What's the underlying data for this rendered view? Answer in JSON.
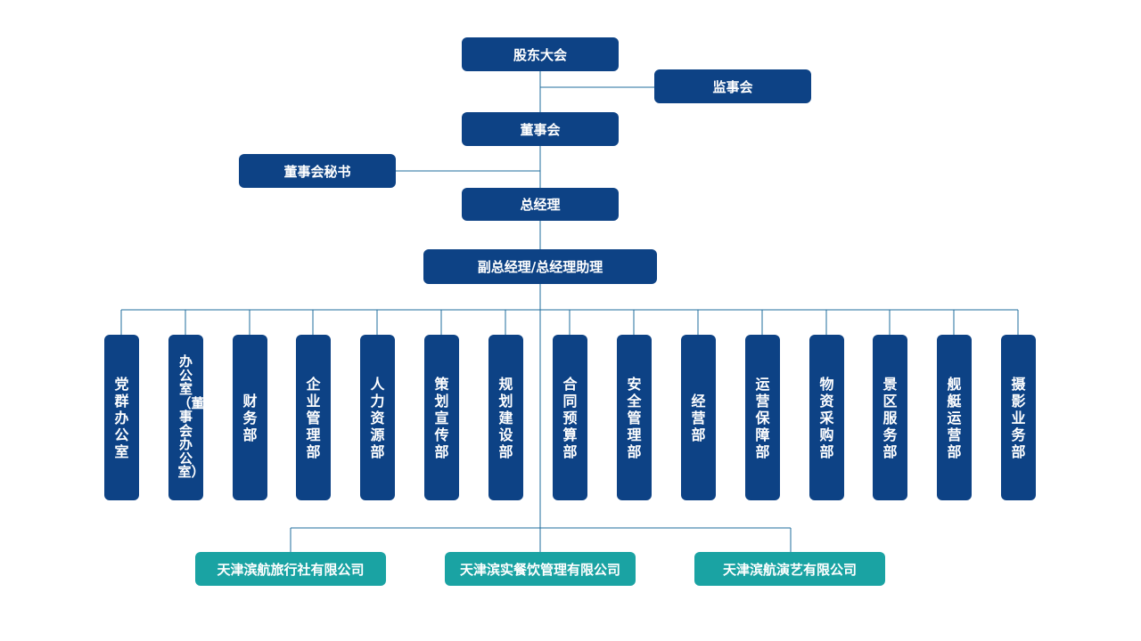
{
  "org": {
    "shareholders": "股东大会",
    "supervisors": "监事会",
    "board": "董事会",
    "board_secretary": "董事会秘书",
    "general_manager": "总经理",
    "deputy": "副总经理/总经理助理"
  },
  "departments": [
    "党群办公室",
    "办公室（董事会办公室）",
    "财务部",
    "企业管理部",
    "人力资源部",
    "策划宣传部",
    "规划建设部",
    "合同预算部",
    "安全管理部",
    "经营部",
    "运营保障部",
    "物资采购部",
    "景区服务部",
    "舰艇运营部",
    "摄影业务部"
  ],
  "subsidiaries": [
    "天津滨航旅行社有限公司",
    "天津滨实餐饮管理有限公司",
    "天津滨航演艺有限公司"
  ],
  "colors": {
    "node_blue": "#0d4285",
    "subsidiary_teal": "#1aa3a3",
    "connector": "#1f6e9c"
  }
}
